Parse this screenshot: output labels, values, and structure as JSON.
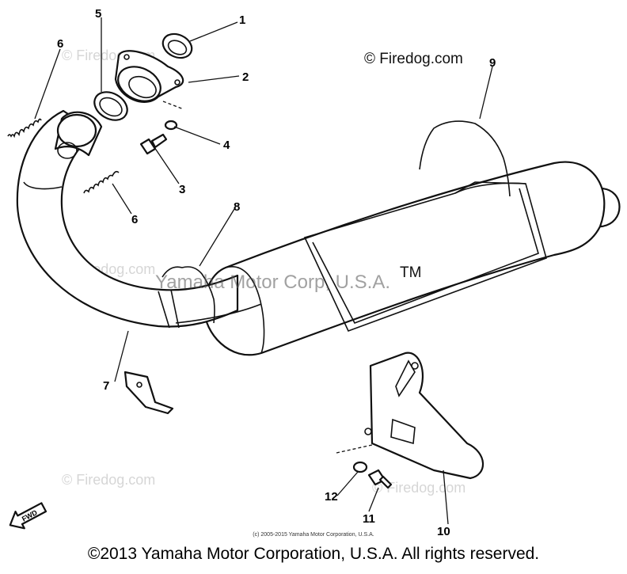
{
  "callouts": {
    "c1": "1",
    "c2": "2",
    "c3": "3",
    "c4": "4",
    "c5": "5",
    "c6a": "6",
    "c6b": "6",
    "c7": "7",
    "c8": "8",
    "c9": "9",
    "c10": "10",
    "c11": "11",
    "c12": "12"
  },
  "watermarks": {
    "firedog": "© Firedog.com",
    "firedog_dark": "© Firedog.com",
    "yamaha": "Yamaha Motor Corp, U.S.A.",
    "tm": "TM"
  },
  "fwd_label": "FWD",
  "small_copyright": "(c) 2005-2015 Yamaha Motor Corporation, U.S.A.",
  "footer": "©2013 Yamaha Motor Corporation, U.S.A. All rights reserved."
}
